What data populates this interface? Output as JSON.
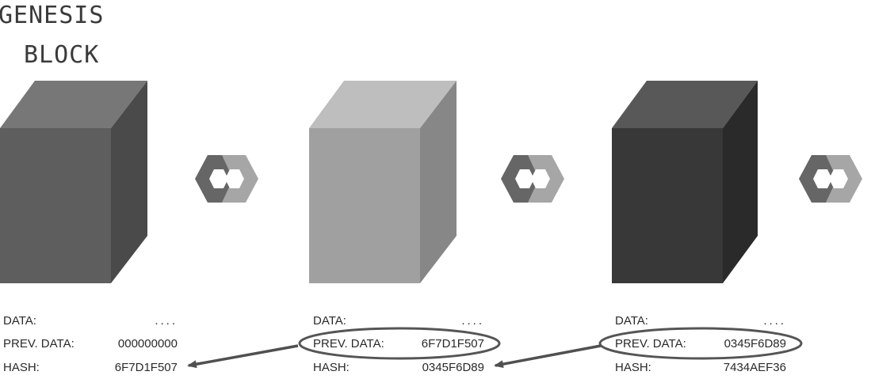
{
  "title": {
    "line1": "GENESIS",
    "line2": "BLOCK"
  },
  "blocks": [
    {
      "data_label": "DATA:",
      "data_value": "....",
      "prev_label": "PREV. DATA:",
      "prev_value": "000000000",
      "hash_label": "HASH:",
      "hash_value": "6F7D1F507",
      "shade": "#5e5e5e"
    },
    {
      "data_label": "DATA:",
      "data_value": "....",
      "prev_label": "PREV. DATA:",
      "prev_value": "6F7D1F507",
      "hash_label": "HASH:",
      "hash_value": "0345F6D89",
      "shade": "#a0a0a0"
    },
    {
      "data_label": "DATA:",
      "data_value": "....",
      "prev_label": "PREV. DATA:",
      "prev_value": "0345F6D89",
      "hash_label": "HASH:",
      "hash_value": "7434AEF36",
      "shade": "#383838"
    }
  ],
  "icons": [
    "chain-link-icon",
    "chain-link-icon",
    "chain-link-icon"
  ]
}
